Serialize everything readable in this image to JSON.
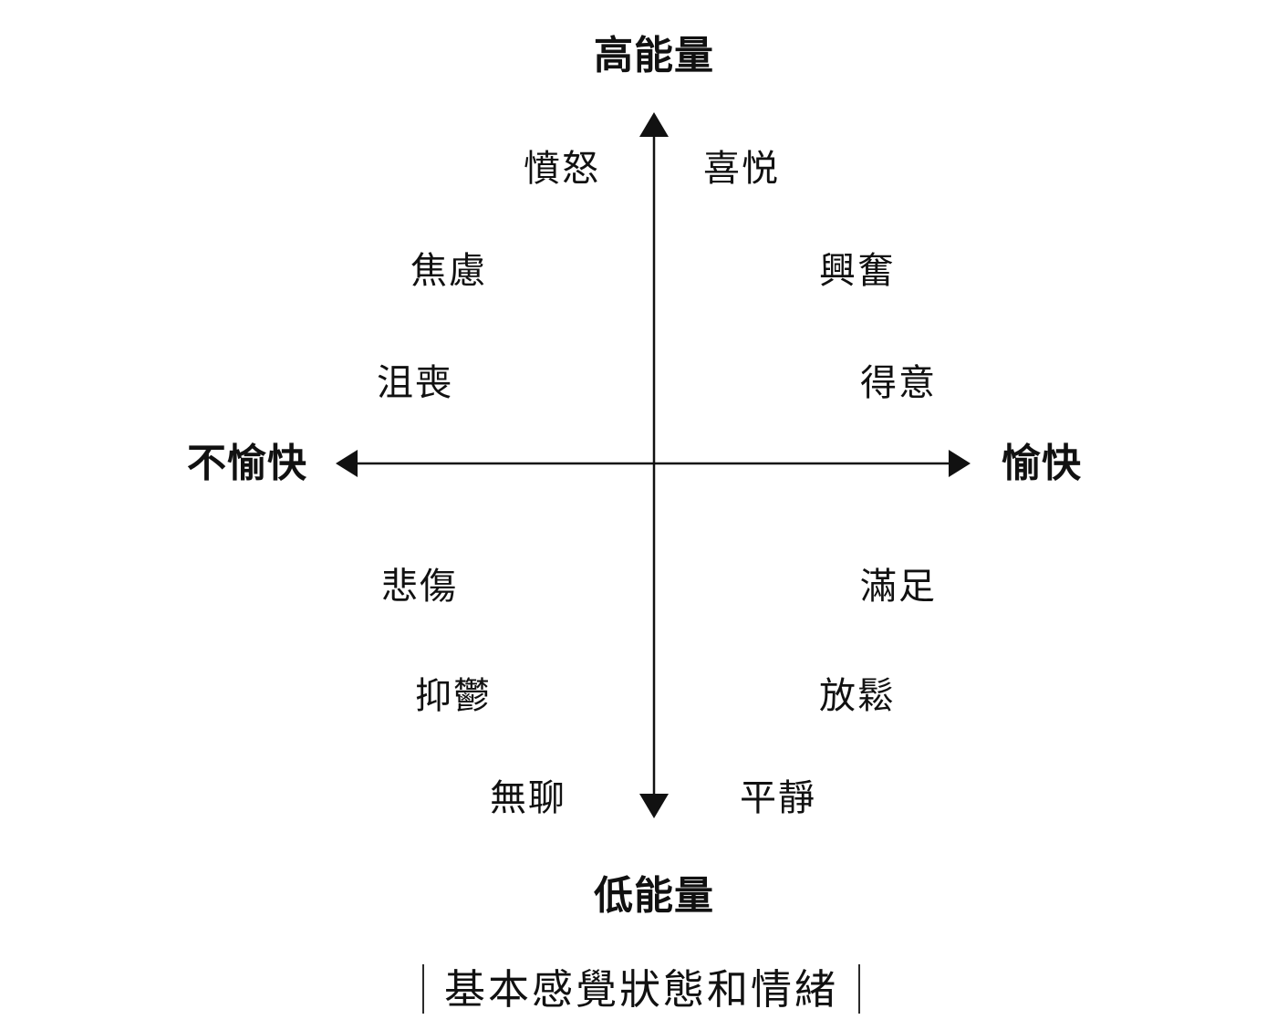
{
  "diagram": {
    "axes": {
      "top": "高能量",
      "bottom": "低能量",
      "left": "不愉快",
      "right": "愉快"
    },
    "emotions": [
      {
        "label": "憤怒",
        "quadrant": "top-left"
      },
      {
        "label": "喜悦",
        "quadrant": "top-right"
      },
      {
        "label": "焦慮",
        "quadrant": "top-left"
      },
      {
        "label": "興奮",
        "quadrant": "top-right"
      },
      {
        "label": "沮喪",
        "quadrant": "top-left"
      },
      {
        "label": "得意",
        "quadrant": "top-right"
      },
      {
        "label": "悲傷",
        "quadrant": "bottom-left"
      },
      {
        "label": "滿足",
        "quadrant": "bottom-right"
      },
      {
        "label": "抑鬱",
        "quadrant": "bottom-left"
      },
      {
        "label": "放鬆",
        "quadrant": "bottom-right"
      },
      {
        "label": "無聊",
        "quadrant": "bottom-left"
      },
      {
        "label": "平靜",
        "quadrant": "bottom-right"
      }
    ],
    "caption": "基本感覺狀態和情緒",
    "colors": {
      "ink": "#111111",
      "background": "#ffffff"
    }
  }
}
